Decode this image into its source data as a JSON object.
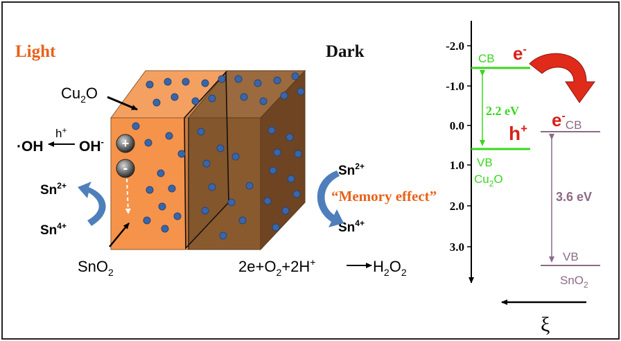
{
  "colors": {
    "light_face": "#f6934a",
    "light_top": "#f4a060",
    "light_side": "#d9772f",
    "dark_face": "#8a5a2f",
    "dark_top": "#9b6a3e",
    "dark_side": "#6e4423",
    "particle": "#3a66a8",
    "orange_text": "#e8621a",
    "green": "#39d61e",
    "red": "#d9201a",
    "mauve": "#8c6a86",
    "blue_arrow": "#4f7fbb"
  },
  "labels": {
    "light": "Light",
    "dark": "Dark",
    "cu2o_main": "Cu",
    "cu2o_sub": "2",
    "cu2o_tail": "O",
    "oh_radical": "·OH",
    "hplus_h": "h",
    "hplus_sup": "+",
    "oh_minus": "OH",
    "oh_minus_sup": "-",
    "plus_sign": "+",
    "minus_sign": "-",
    "sn2_left": "Sn",
    "sn2_left_sup": "2+",
    "sn4_left": "Sn",
    "sn4_left_sup": "4+",
    "sno2_main": "SnO",
    "sno2_sub": "2",
    "sn2_right": "Sn",
    "sn2_right_sup": "2+",
    "sn4_right": "Sn",
    "sn4_right_sup": "4+",
    "memory_effect": "“Memory effect”",
    "equation_left": "2e+O",
    "equation_o2sub": "2",
    "equation_mid": "+2H",
    "equation_hsup": "+",
    "equation_right": "H",
    "equation_h2sub": "2",
    "equation_o": "O",
    "equation_o2sub2": "2"
  },
  "energy": {
    "ticks": [
      "-2.0",
      "-1.0",
      "0.0",
      "1.0",
      "2.0",
      "3.0"
    ],
    "cb_cu2o": "CB",
    "e_cu2o": "e",
    "e_sup": "-",
    "gap_cu2o": "2.2 eV",
    "h_plus": "h",
    "h_sup": "+",
    "vb_cu2o": "VB",
    "cu2o_main": "Cu",
    "cu2o_sub": "2",
    "cu2o_tail": "O",
    "e_cb_sno2": "e",
    "e_cb_sup": "-",
    "e_cb_sub": "CB",
    "gap_sno2": "3.6 eV",
    "vb_sno2": "VB",
    "sno2_main": "SnO",
    "sno2_sub": "2",
    "xi": "ξ"
  }
}
